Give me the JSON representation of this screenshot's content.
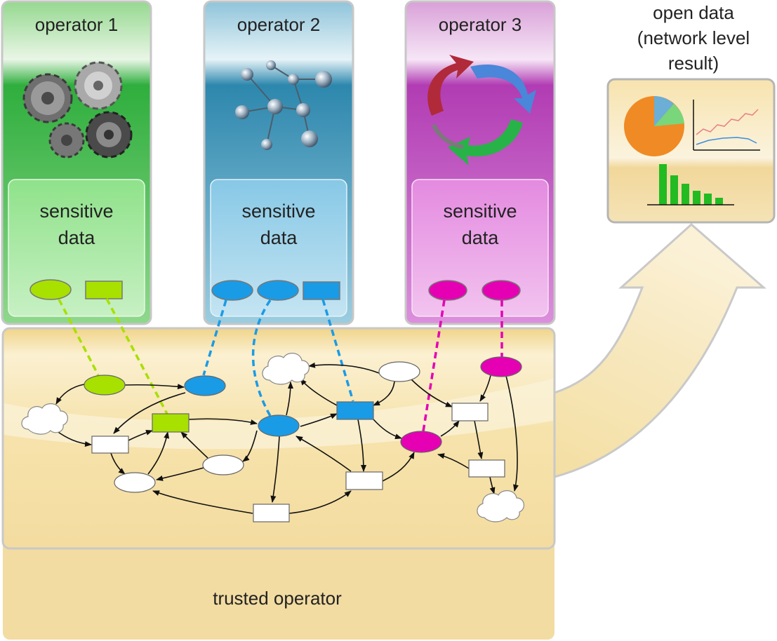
{
  "operators": [
    {
      "title": "operator 1",
      "box_label_line1": "sensitive",
      "box_label_line2": "data",
      "color": "#a8e000",
      "icon": "gears-icon"
    },
    {
      "title": "operator 2",
      "box_label_line1": "sensitive",
      "box_label_line2": "data",
      "color": "#1a9be6",
      "icon": "molecule-icon"
    },
    {
      "title": "operator 3",
      "box_label_line1": "sensitive",
      "box_label_line2": "data",
      "color": "#e600b4",
      "icon": "recycle-arrows-icon"
    }
  ],
  "trusted": {
    "label": "trusted operator"
  },
  "open_data": {
    "line1": "open data",
    "line2": "(network level",
    "line3": "result)",
    "icon": "charts-icon"
  },
  "colors": {
    "op1_panel": "#7fd07a",
    "op2_panel": "#5aa9cc",
    "op3_panel": "#cf6fcf",
    "trusted_band": "#f3d98f",
    "arrow": "#f1dc9c"
  }
}
